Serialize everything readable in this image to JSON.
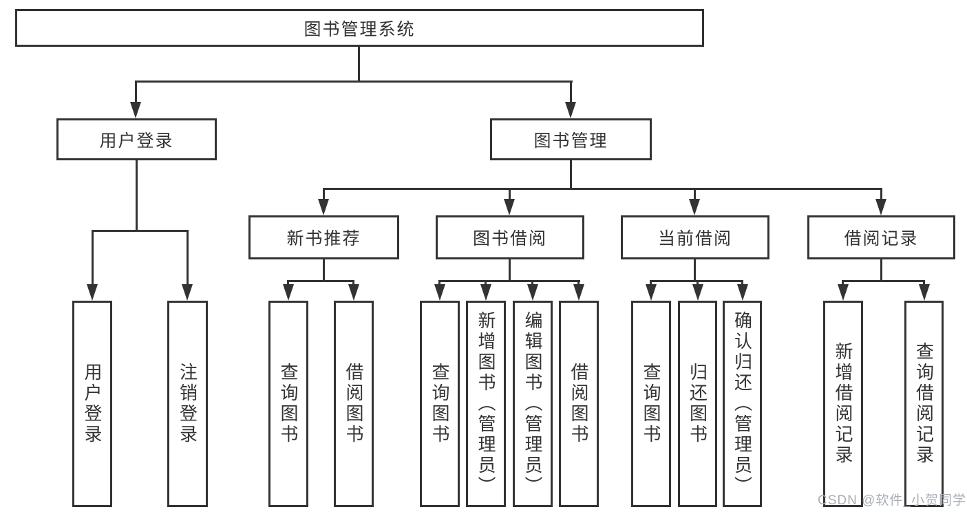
{
  "tree": {
    "root": {
      "label": "图书管理系统"
    },
    "user_login": {
      "label": "用户登录",
      "children": [
        {
          "label": "用户登录"
        },
        {
          "label": "注销登录"
        }
      ]
    },
    "book_mgmt": {
      "label": "图书管理",
      "groups": [
        {
          "label": "新书推荐",
          "children": [
            {
              "label": "查询图书"
            },
            {
              "label": "借阅图书"
            }
          ]
        },
        {
          "label": "图书借阅",
          "children": [
            {
              "label": "查询图书"
            },
            {
              "label": "新增图书（管理员）"
            },
            {
              "label": "编辑图书（管理员）"
            },
            {
              "label": "借阅图书"
            }
          ]
        },
        {
          "label": "当前借阅",
          "children": [
            {
              "label": "查询图书"
            },
            {
              "label": "归还图书"
            },
            {
              "label": "确认归还（管理员）"
            }
          ]
        },
        {
          "label": "借阅记录",
          "children": [
            {
              "label": "新增借阅记录"
            },
            {
              "label": "查询借阅记录"
            }
          ]
        }
      ]
    }
  },
  "watermark": {
    "text": "CSDN @软件_小贺同学"
  },
  "colors": {
    "line": "#333333",
    "box_fill": "#ffffff",
    "label_text": "#333333",
    "background": "#ffffff",
    "watermark_text": "#a9aeb5"
  }
}
